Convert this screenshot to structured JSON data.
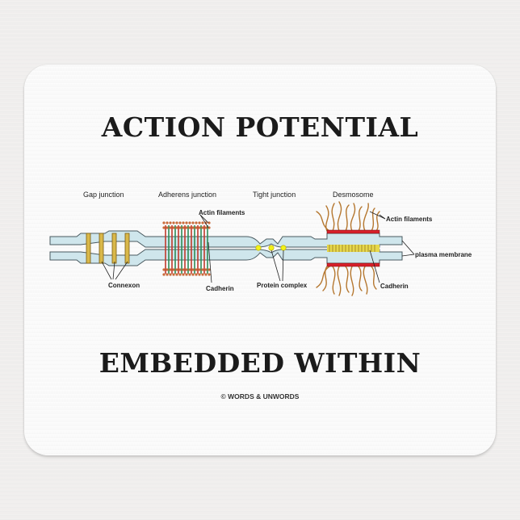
{
  "product": {
    "type": "mousepad",
    "headline_top": "ACTION POTENTIAL",
    "headline_bottom": "EMBEDDED WITHIN",
    "copyright": "© WORDS & UNWORDS"
  },
  "diagram": {
    "section_labels": {
      "gap_junction": "Gap junction",
      "adherens_junction": "Adherens junction",
      "tight_junction": "Tight junction",
      "desmosome": "Desmosome"
    },
    "callouts": {
      "connexon": "Connexon",
      "actin_filaments_adherens": "Actin filaments",
      "cadherin_adherens": "Cadherin",
      "protein_complex": "Protein complex",
      "actin_filaments_desmosome": "Actin filaments",
      "plasma_membrane": "plasma membrane",
      "cadherin_desmosome": "Cadherin"
    },
    "colors": {
      "membrane_fill": "#cfe6ec",
      "membrane_stroke": "#4a5a60",
      "connexon": "#d9b84a",
      "cadherin_red": "#c0392b",
      "cadherin_green": "#2e8b57",
      "actin_brown": "#b5772f",
      "protein_yellow": "#f2f21a",
      "desmosome_plaque": "#d8202a"
    }
  }
}
